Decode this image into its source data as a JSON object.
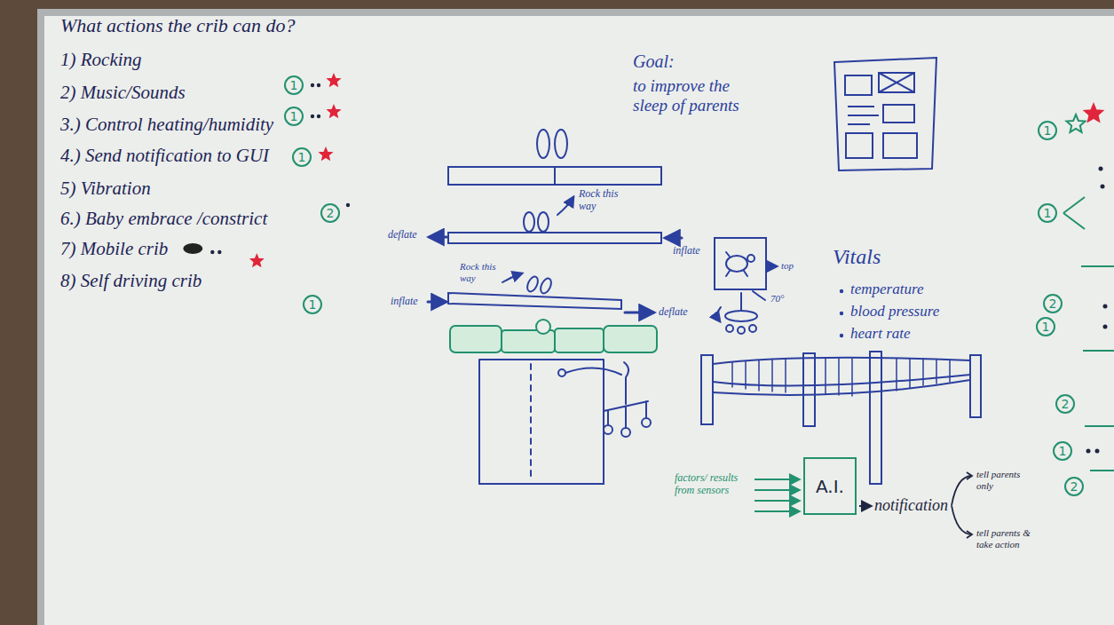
{
  "diagram": {
    "title": "What actions the crib can do?",
    "nodes": [
      {
        "text": [
          "1"
        ]
      },
      {
        "text": [
          "1"
        ]
      },
      {
        "text": [
          "1"
        ]
      },
      {
        "text": [
          "2"
        ]
      },
      {
        "text": [
          "1"
        ]
      },
      {
        "text": [
          "A.I."
        ]
      },
      {
        "text": [
          "1"
        ]
      },
      {
        "text": [
          "1"
        ]
      },
      {
        "text": [
          "2"
        ]
      },
      {
        "text": [
          "1"
        ]
      },
      {
        "text": [
          "2"
        ]
      },
      {
        "text": [
          "1"
        ]
      },
      {
        "text": [
          "2"
        ]
      }
    ],
    "labels": [
      "1) Rocking",
      "2) Music/Sounds",
      "3.) Control heating/humidity",
      "4.) Send notification to GUI",
      "5) Vibration",
      "6.) Baby embrace /constrict",
      "7) Mobile crib",
      "8) Self driving crib",
      "Goal:",
      "to improve the sleep of parents",
      "Rock this way",
      "deflate",
      "inflate",
      "Rock this way",
      "inflate",
      "deflate",
      "top",
      "70°",
      "Vitals",
      "temperature",
      "blood pressure",
      "heart rate",
      "factors/ results from sensors",
      "notification",
      "tell parents only",
      "tell parents & take action"
    ]
  }
}
